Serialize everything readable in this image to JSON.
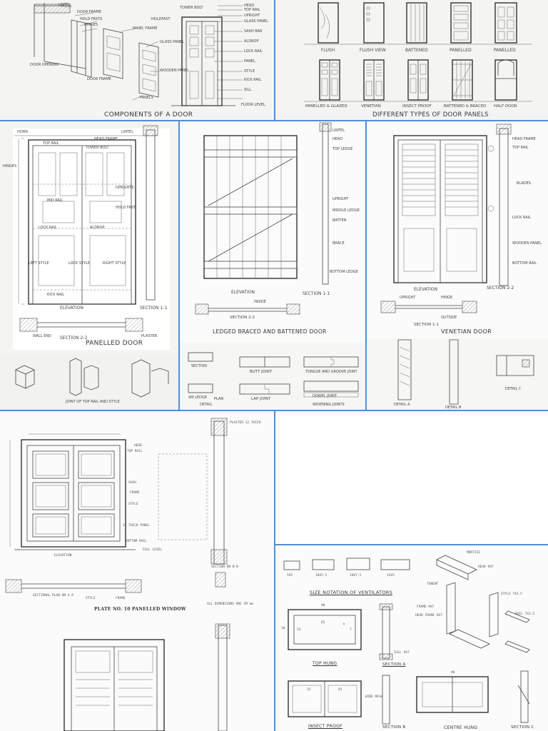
{
  "panels": {
    "components": {
      "title": "COMPONENTS OF A DOOR",
      "labels": [
        "LINTEL",
        "DOOR FRAME",
        "HOLD FASTS",
        "HINGES",
        "PANEL FRAME",
        "HOLDFAST",
        "TOWER BOLT",
        "HEAD",
        "TOP RAIL",
        "UPRIGHT",
        "GLASS PANEL",
        "SASH BAR",
        "ALDROP",
        "LOCK RAIL",
        "PANEL",
        "STYLE",
        "KICK RAIL",
        "SILL",
        "FLOOR LEVEL",
        "DOOR OPENING",
        "DOOR FRAME",
        "GLASS PANEL",
        "WOODEN PANEL",
        "PANELS"
      ]
    },
    "types": {
      "title": "DIFFERENT TYPES OF DOOR PANELS",
      "labels_top": [
        "FLUSH",
        "FLUSH VIEW",
        "BATTENED",
        "PANELLED",
        "PANELLED"
      ],
      "labels_bottom": [
        "PANELLED & GLAZED",
        "VENETIAN",
        "INSECT PROOF",
        "BATTENED & BRACED",
        "HALF DOOR"
      ]
    },
    "panelled_door": {
      "title": "PANELLED DOOR",
      "labels": [
        "HORN",
        "LINTEL",
        "HEAD FRAME",
        "TOP RAIL",
        "TOWER BOLT",
        "HINGES",
        "UPRIGHTS",
        "HOLD FAST",
        "MID RAIL",
        "LOCK RAIL",
        "ALDROP",
        "LEFT STYLE",
        "LOCK STYLE",
        "RIGHT STYLE",
        "KICK RAIL",
        "ELEVATION",
        "SECTION 1-1",
        "SECTION 2-2",
        "PLASTER",
        "WALL END"
      ],
      "joints": [
        "JOINT OF TOP RAIL AND STYLE"
      ]
    },
    "ledged": {
      "title": "LEDGED BRACED AND BATTENED DOOR",
      "labels": [
        "LINTEL",
        "HEAD",
        "TOP LEDGE",
        "UPRIGHT",
        "MIDDLE LEDGE",
        "BATTEN",
        "BRACE",
        "BOTTOM LEDGE",
        "ELEVATION",
        "SECTION 1-1",
        "SECTION 2-2",
        "INSIDE"
      ],
      "joints": [
        "BUTT JOINT",
        "TONGUE AND GROOVE JOINT",
        "LAP JOINT",
        "DOWEL JOINT",
        "WIDENING JOINTS",
        "SECTION",
        "PLAN",
        "SM LEDGE",
        "DETAIL"
      ]
    },
    "venetian": {
      "title": "VENETIAN DOOR",
      "labels": [
        "HEAD FRAME",
        "TOP RAIL",
        "BLADES",
        "LOCK RAIL",
        "WOODEN PANEL",
        "BOTTOM RAIL",
        "ELEVATION",
        "SECTION 2-2",
        "SECTION 1-1",
        "UPRIGHT",
        "HINGE",
        "OUTSIDE",
        "DETAIL A",
        "DETAIL B",
        "DETAIL C"
      ]
    },
    "window": {
      "title": "PLATE NO. 10 PANELLED WINDOW",
      "labels": [
        "HEAD",
        "TOP RAIL",
        "SASH",
        "FRAME",
        "STYLE",
        "12 THICK PANEL",
        "BOTTOM RAIL",
        "SILL LEVEL",
        "ELEVATION",
        "SECTIONAL PLAN ON A-A",
        "SECTION ON B-B",
        "PLASTER 12 THICK",
        "ALL DIMENSIONS ARE CM mm",
        "STYLE",
        "FRAME"
      ]
    },
    "ventilators": {
      "title": "SIZE NOTATION OF VENTILATORS",
      "sizes": [
        "5V5",
        "10V5.5",
        "10V7.5",
        "15V5"
      ],
      "labels": [
        "HEAD 9X7",
        "MORTICE",
        "TENENT",
        "STYLE 7X3.5",
        "RAIL 7X3.5",
        "HEAD FRAME 9X7",
        "SILL 9X7",
        "FRAME 9X7",
        "TOP HUNG",
        "SECTION A",
        "INSECT PROOF",
        "SECTION B",
        "CENTRE HUNG",
        "SECTION C",
        "WIRE MESH"
      ],
      "dims": [
        "90",
        "62",
        "30",
        "22",
        "35",
        "45",
        "90",
        "7"
      ]
    }
  },
  "colors": {
    "divider": "#4f8fd6",
    "paper": "#f4f4f2"
  }
}
